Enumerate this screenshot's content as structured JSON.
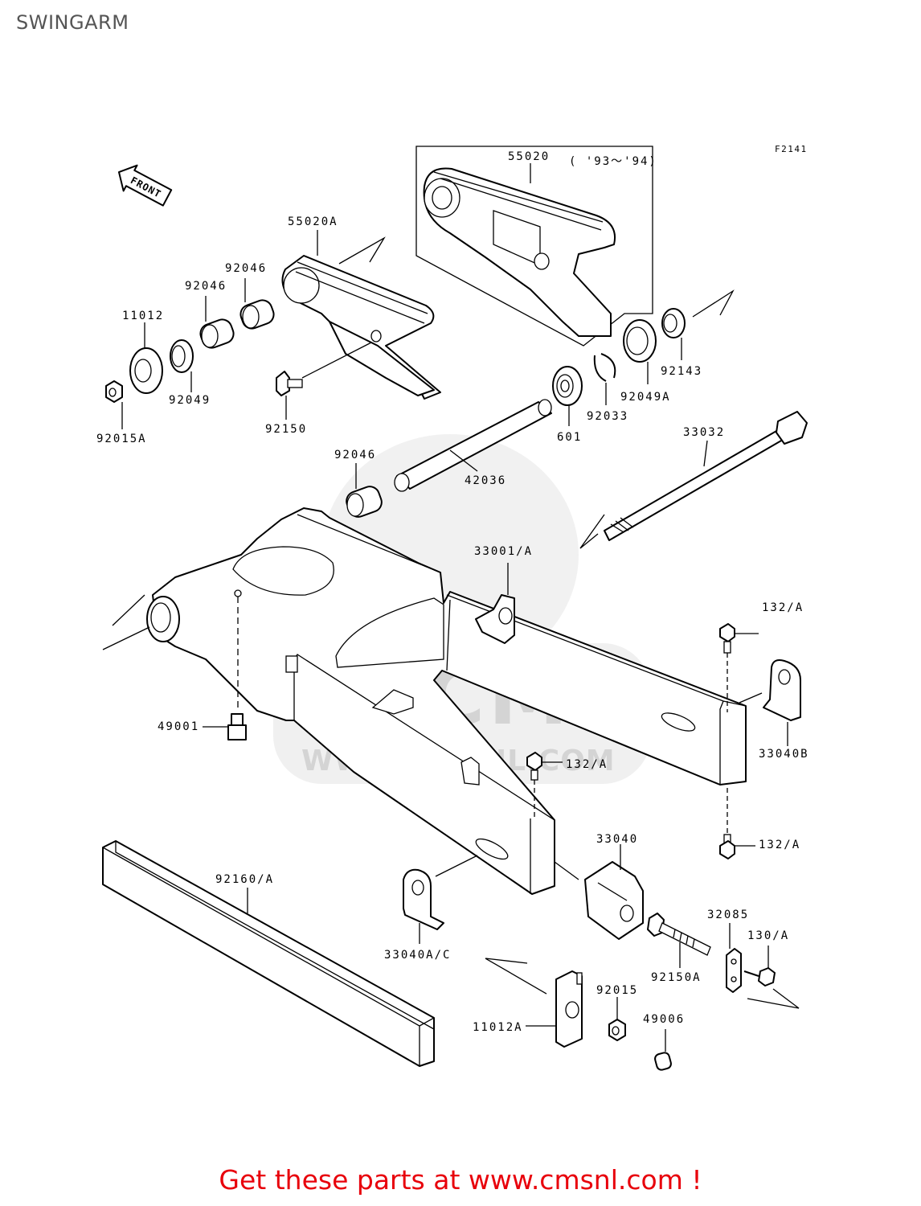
{
  "header": {
    "title": "SWINGARM"
  },
  "figure": {
    "code": "F2141",
    "front_label": "FRONT",
    "watermark_logo": "CMS",
    "watermark_url": "WWW.CMSNL.COM",
    "inset_years": "( '93～'94)"
  },
  "parts": {
    "p55020": "55020",
    "p55020A": "55020A",
    "p92046_top": "92046",
    "p92046_mid": "92046",
    "p92046_low": "92046",
    "p11012": "11012",
    "p92049": "92049",
    "p92015A": "92015A",
    "p92150": "92150",
    "p92143": "92143",
    "p92049A": "92049A",
    "p92033": "92033",
    "p601": "601",
    "p42036": "42036",
    "p33032": "33032",
    "p33001A": "33001/A",
    "p132A_1": "132/A",
    "p132A_2": "132/A",
    "p132A_3": "132/A",
    "p49001": "49001",
    "p33040B": "33040B",
    "p33040": "33040",
    "p92160A": "92160/A",
    "p33040AC": "33040A/C",
    "p32085": "32085",
    "p130A": "130/A",
    "p92150A": "92150A",
    "p92015": "92015",
    "p49006": "49006",
    "p11012A": "11012A"
  },
  "footer": {
    "link_text": "Get these parts at www.cmsnl.com !"
  },
  "colors": {
    "footer_text": "#e8000b",
    "title_text": "#555555",
    "watermark": "#e6e6e6"
  }
}
